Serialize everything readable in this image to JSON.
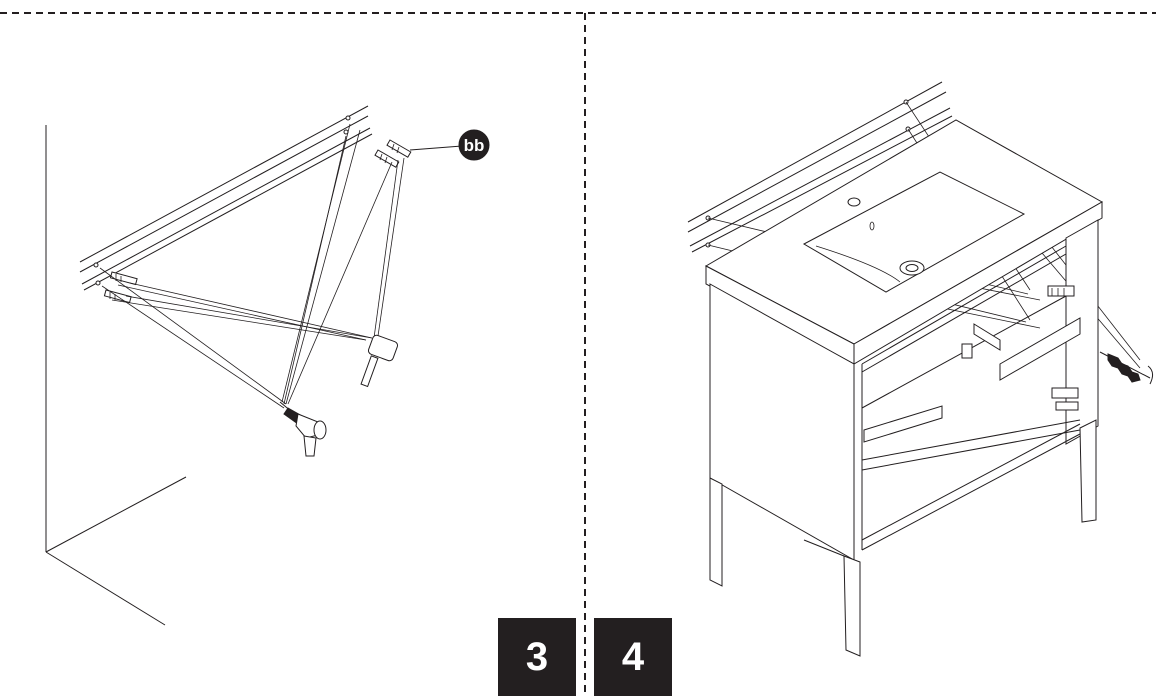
{
  "steps": {
    "left_number": "3",
    "right_number": "4"
  },
  "callouts": {
    "anchor_label": "bb"
  },
  "colors": {
    "ink": "#231f20",
    "paper": "#ffffff"
  },
  "icons": [
    "hammer-icon",
    "drill-icon",
    "wall-anchor-icon",
    "vanity-cabinet-icon",
    "screw-icon"
  ]
}
